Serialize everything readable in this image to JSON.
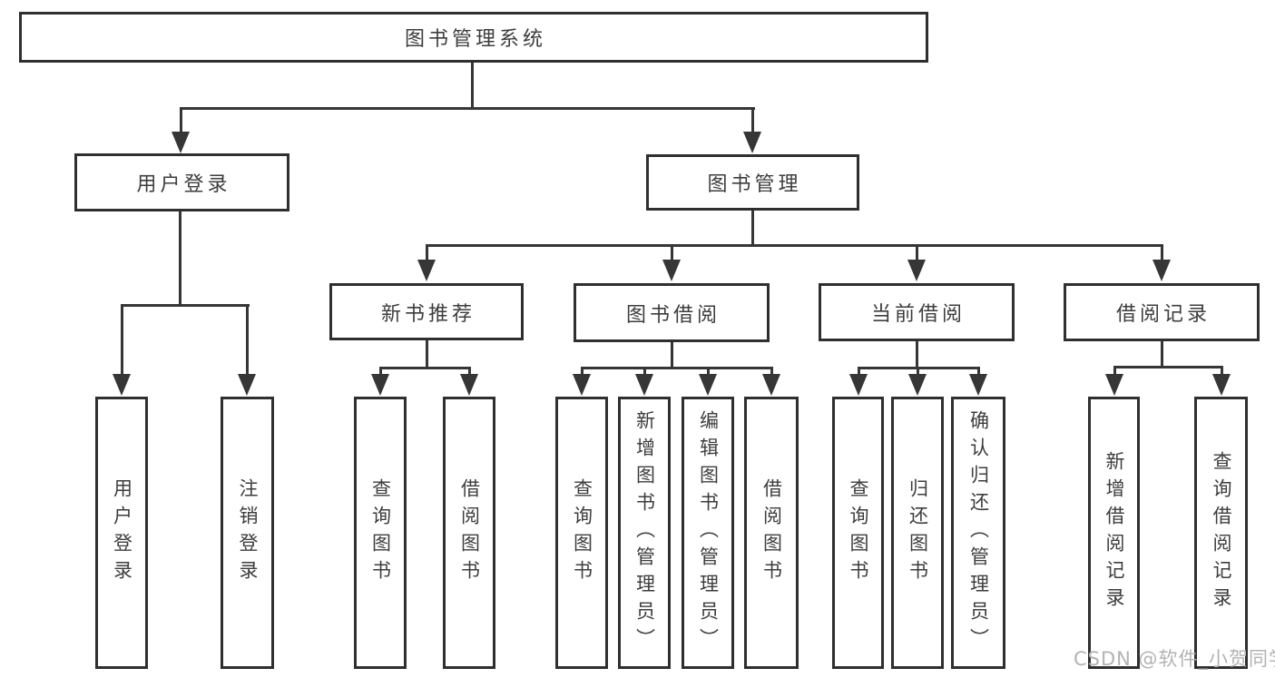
{
  "diagram": {
    "root": {
      "label": "图书管理系统"
    },
    "branches": [
      {
        "label": "用户登录",
        "children": [
          {
            "label": "用户登录"
          },
          {
            "label": "注销登录"
          }
        ]
      },
      {
        "label": "图书管理",
        "children": [
          {
            "label": "新书推荐",
            "children": [
              {
                "label": "查询图书"
              },
              {
                "label": "借阅图书"
              }
            ]
          },
          {
            "label": "图书借阅",
            "children": [
              {
                "label": "查询图书"
              },
              {
                "label": "新增图书（管理员）"
              },
              {
                "label": "编辑图书（管理员）"
              },
              {
                "label": "借阅图书"
              }
            ]
          },
          {
            "label": "当前借阅",
            "children": [
              {
                "label": "查询图书"
              },
              {
                "label": "归还图书"
              },
              {
                "label": "确认归还（管理员）"
              }
            ]
          },
          {
            "label": "借阅记录",
            "children": [
              {
                "label": "新增借阅记录"
              },
              {
                "label": "查询借阅记录"
              }
            ]
          }
        ]
      }
    ]
  },
  "watermark": {
    "text": "CSDN @软件_小贺同学"
  },
  "colors": {
    "line": "#363636",
    "box_border": "#2f2f2f",
    "text": "#3d3d3d",
    "watermark": "#b3b3b3",
    "background": "#ffffff"
  }
}
